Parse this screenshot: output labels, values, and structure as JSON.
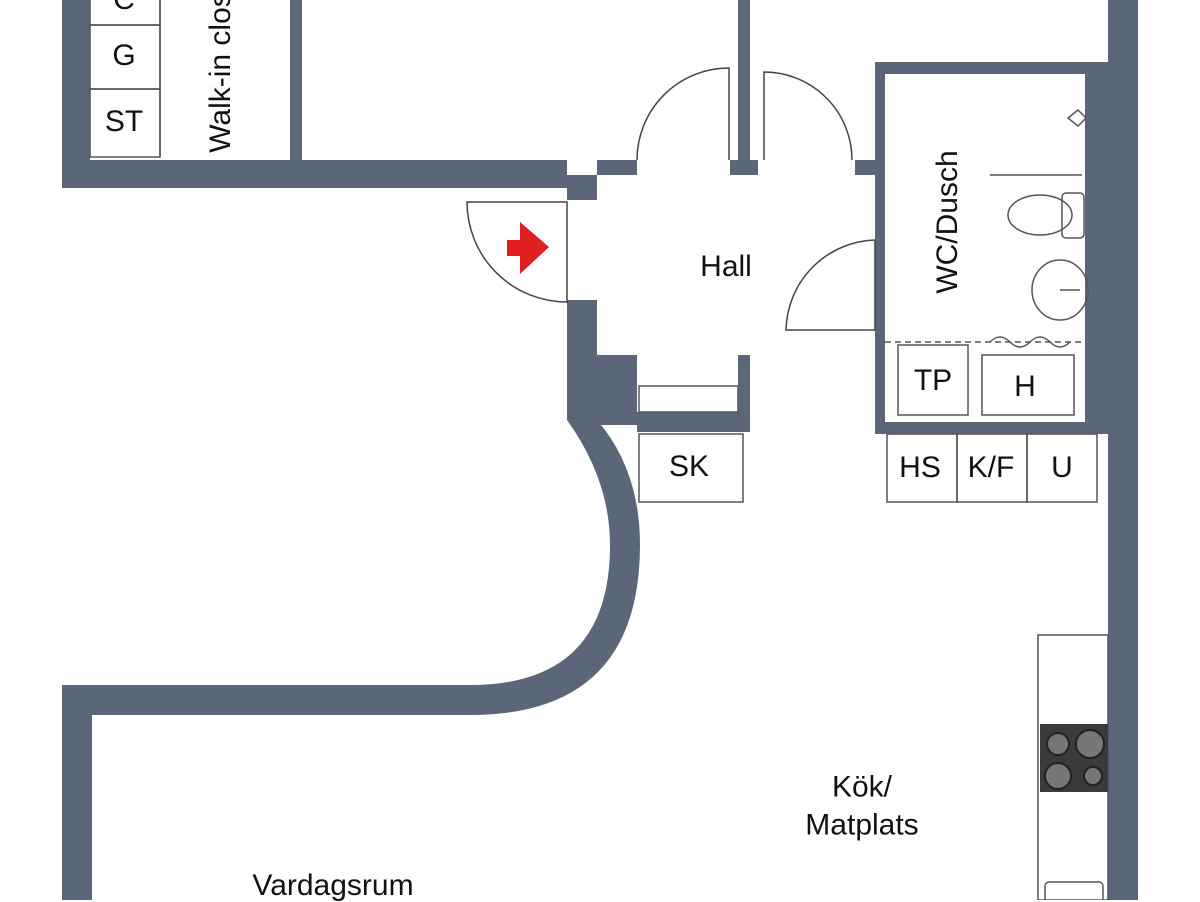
{
  "colors": {
    "wall": "#5b6779",
    "entrance_marker": "#e02020",
    "fixture_line": "#555555",
    "stove": "#3b3b3b"
  },
  "rooms": {
    "hall": "Hall",
    "wc": "WC/Dusch",
    "walkin": "Walk-in closet",
    "kitchen_line1": "Kök/",
    "kitchen_line2": "Matplats",
    "living": "Vardagsrum"
  },
  "storage": {
    "top": "C",
    "g": "G",
    "st": "ST",
    "sk": "SK",
    "tp": "TP",
    "h": "H",
    "hs": "HS",
    "kf": "K/F",
    "u": "U"
  },
  "icons": {
    "entrance": "entrance-arrow-icon",
    "stove": "stove-icon",
    "toilet": "toilet-icon",
    "sink": "sink-icon",
    "shower": "shower-icon"
  }
}
